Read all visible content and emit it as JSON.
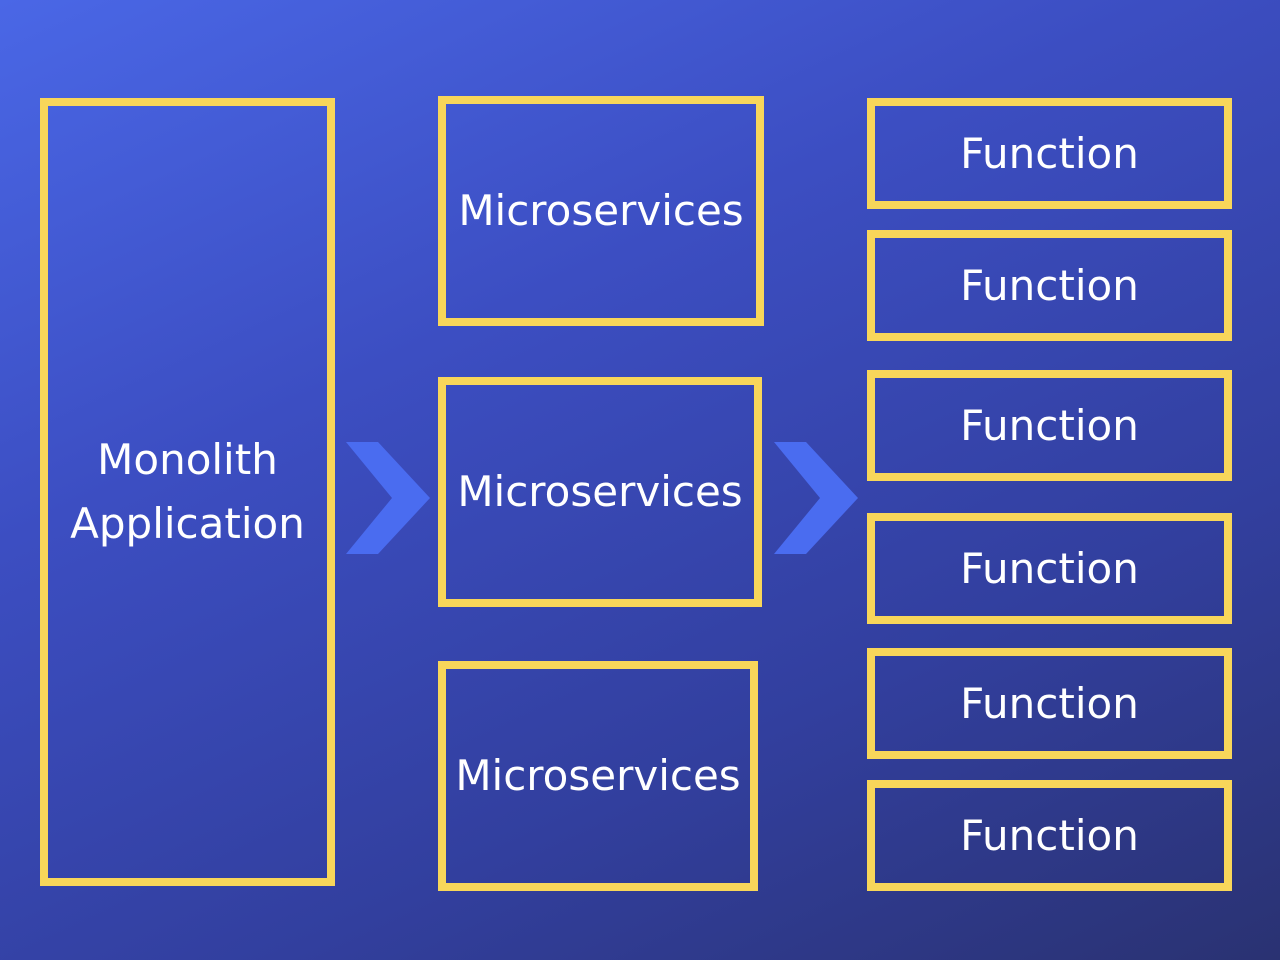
{
  "monolith": {
    "line1": "Monolith",
    "line2": "Application"
  },
  "microservices": [
    {
      "label": "Microservices"
    },
    {
      "label": "Microservices"
    },
    {
      "label": "Microservices"
    }
  ],
  "functions": [
    {
      "label": "Function"
    },
    {
      "label": "Function"
    },
    {
      "label": "Function"
    },
    {
      "label": "Function"
    },
    {
      "label": "Function"
    },
    {
      "label": "Function"
    }
  ],
  "colors": {
    "box_border": "#f8d65a",
    "arrow": "#4a6cf0",
    "text": "#ffffff",
    "background_top": "#4a67e6",
    "background_bottom": "#2a3272"
  }
}
